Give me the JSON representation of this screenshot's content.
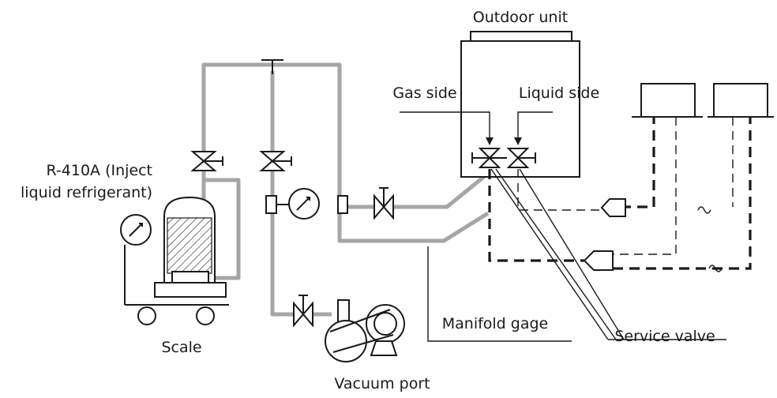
{
  "labels": {
    "outdoor_unit": "Outdoor unit",
    "gas_side": "Gas side",
    "liquid_side": "Liquid side",
    "refrigerant_line1": "R-410A (Inject",
    "refrigerant_line2": "liquid refrigerant)",
    "scale": "Scale",
    "manifold_gage": "Manifold gage",
    "service_valve": "Service valve",
    "vacuum_port": "Vacuum port"
  },
  "colors": {
    "pipe": "#a6a6a6",
    "ink": "#1a1a1a",
    "background": "#ffffff"
  }
}
